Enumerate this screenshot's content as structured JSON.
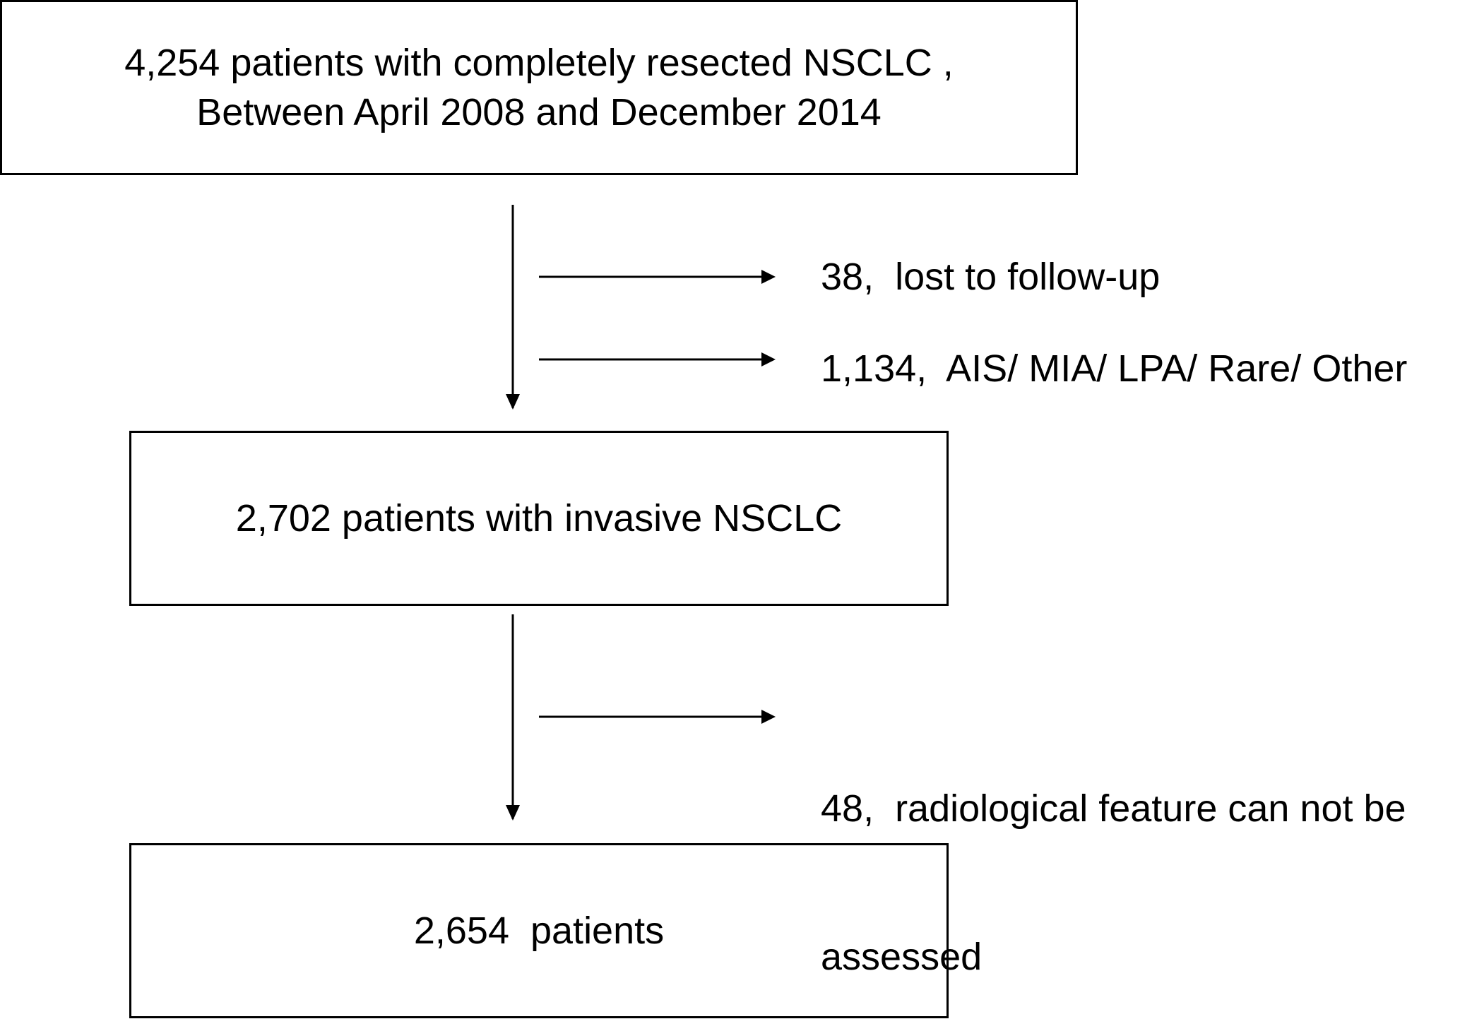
{
  "boxes": {
    "top": {
      "line1": "4,254 patients with completely resected NSCLC ,",
      "line2": "Between April 2008 and December 2014"
    },
    "middle": {
      "line1": "2,702 patients with invasive NSCLC"
    },
    "bottom": {
      "line1": "2,654  patients"
    }
  },
  "exclusions": {
    "lost": "38,  lost to follow-up",
    "ais": "1,134,  AIS/ MIA/ LPA/ Rare/ Other",
    "radiological_line1": "48,  radiological feature can not be",
    "radiological_line2": "assessed"
  }
}
